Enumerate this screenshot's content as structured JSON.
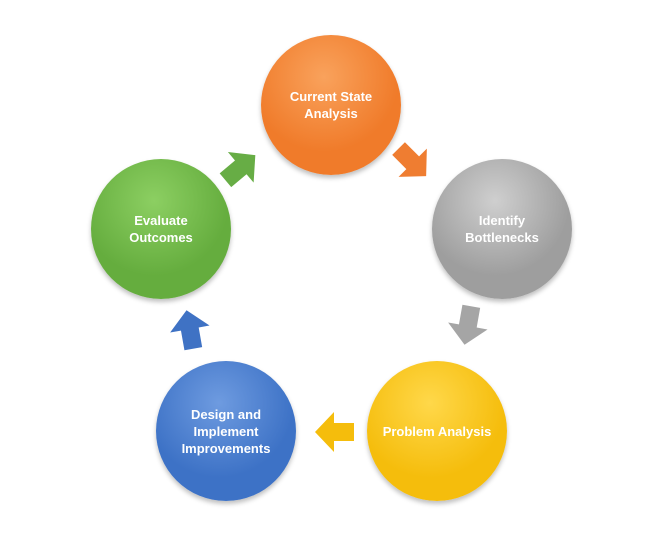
{
  "title": "Process improvement cycle",
  "nodes": [
    {
      "label": "Current State Analysis",
      "color": "#f07b2a",
      "light": "#f9a25c"
    },
    {
      "label": "Identify Bottlenecks",
      "color": "#9e9e9e",
      "light": "#cfcfcf"
    },
    {
      "label": "Problem Analysis",
      "color": "#f5bd0c",
      "light": "#ffd84a"
    },
    {
      "label": "Design and Implement Improvements",
      "color": "#3d72c6",
      "light": "#6e9be0"
    },
    {
      "label": "Evaluate Outcomes",
      "color": "#65ad3e",
      "light": "#8ccf62"
    }
  ],
  "arrows": [
    {
      "from": "Current State Analysis",
      "to": "Identify Bottlenecks",
      "color": "#ef7d31"
    },
    {
      "from": "Identify Bottlenecks",
      "to": "Problem Analysis",
      "color": "#a5a5a5"
    },
    {
      "from": "Problem Analysis",
      "to": "Design and Implement Improvements",
      "color": "#f5bd0c"
    },
    {
      "from": "Design and Implement Improvements",
      "to": "Evaluate Outcomes",
      "color": "#3f72c4"
    },
    {
      "from": "Evaluate Outcomes",
      "to": "Current State Analysis",
      "color": "#67ad45"
    }
  ]
}
